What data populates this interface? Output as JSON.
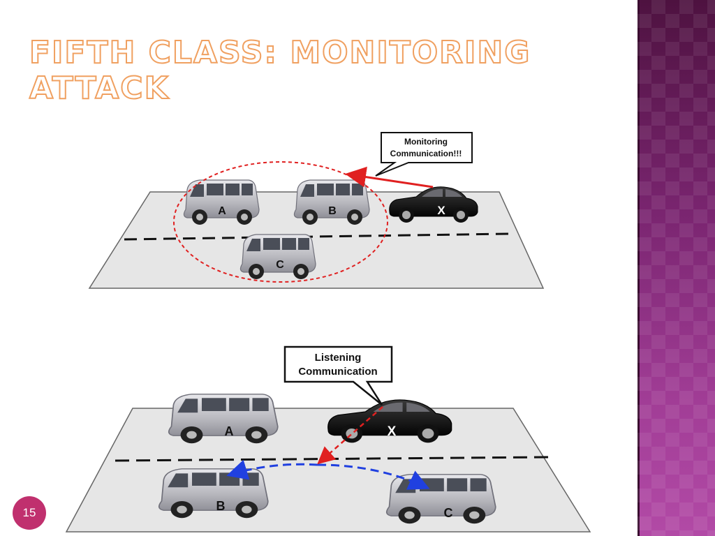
{
  "slide": {
    "title": "Fifth Class: Monitoring Attack",
    "page_number": "15"
  },
  "top_scene": {
    "callout": [
      "Monitoring",
      "Communication!!!"
    ],
    "vehicles": [
      "A",
      "B",
      "C",
      "X"
    ]
  },
  "bottom_scene": {
    "callout": [
      "Listening",
      "Communication"
    ],
    "vehicles": [
      "A",
      "X",
      "B",
      "C"
    ]
  },
  "colors": {
    "accent_orange": "#f0a060",
    "monitor_red": "#e02020",
    "listen_blue": "#2040e0",
    "road": "#e6e6e6",
    "van": "#c8c8cc",
    "car": "#111111",
    "badge": "#c0306e"
  }
}
